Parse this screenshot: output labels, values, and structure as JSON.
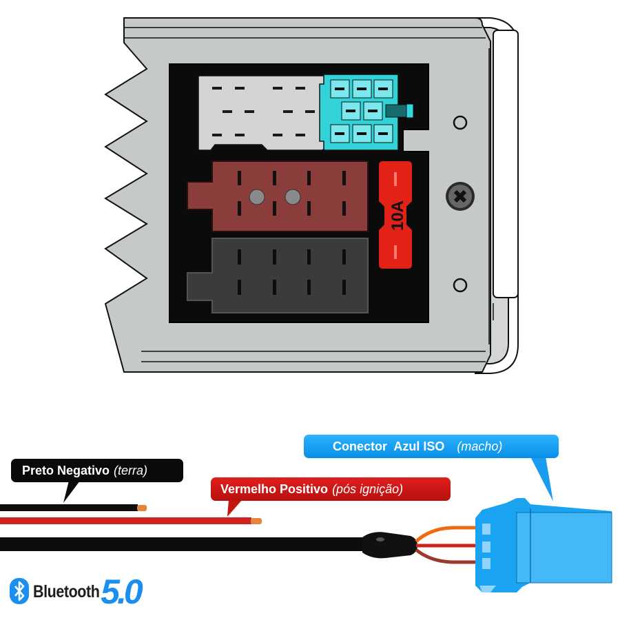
{
  "fuse": {
    "rating": "10A"
  },
  "labels": {
    "black_wire": {
      "name": "Preto Negativo",
      "note": "(terra)"
    },
    "red_wire": {
      "name": "Vermelho Positivo",
      "note": "(pós ignição)"
    },
    "blue_connector": {
      "name": "Conector  Azul ISO",
      "note": "(macho)"
    }
  },
  "logo": {
    "brand": "Bluetooth",
    "version": "5.0"
  },
  "colors": {
    "housing": "#c6c9c9",
    "face": "#0b0b0b",
    "connector_brown": "#8b3d3b",
    "connector_black": "#3b3b3b",
    "connector_cyan": "#31d3d8",
    "mini_iso": "#d3d4d4",
    "fuse": "#e22217",
    "blue_connector": "#1aa3f0",
    "wire_black": "#0d0d0d",
    "wire_red": "#d0231f",
    "wire_orange": "#f06a10",
    "wire_brown": "#9a3a2c",
    "bluetooth_blue": "#1a8ff0"
  }
}
